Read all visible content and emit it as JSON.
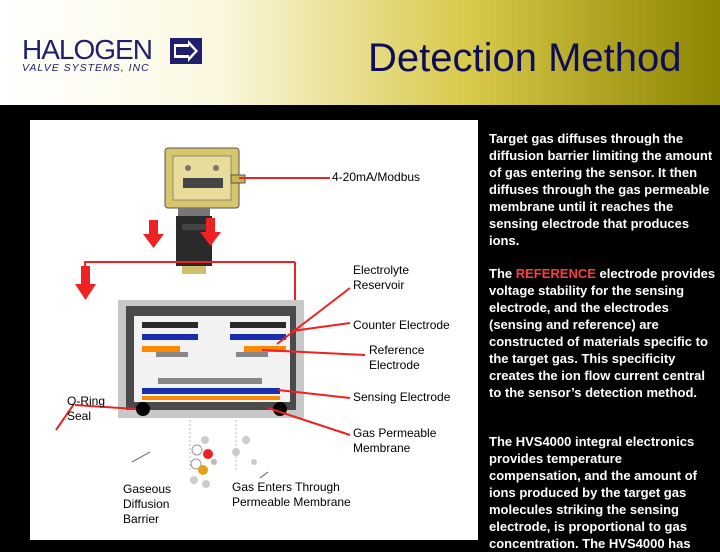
{
  "header": {
    "logo_main": "HALOGEN",
    "logo_sub": "VALVE SYSTEMS, INC",
    "title": "Detection Method"
  },
  "diagram": {
    "labels": {
      "output": "4-20mA/Modbus",
      "electrolyte": "Electrolyte\nReservoir",
      "counter": "Counter Electrode",
      "reference": "Reference\nElectrode",
      "sensing": "Sensing Electrode",
      "oring": "O-Ring\nSeal",
      "membrane": "Gas Permeable\nMembrane",
      "barrier": "Gaseous\nDiffusion\nBarrier",
      "gas_enters": "Gas Enters Through\nPermeable Membrane"
    }
  },
  "text": {
    "para1": "Target gas diffuses through the diffusion barrier limiting the amount of gas entering the sensor. It then diffuses through the gas permeable membrane until it reaches the sensing electrode that produces ions.",
    "para2_prefix": "The ",
    "para2_ref": "REFERENCE",
    "para2_rest": " electrode provides voltage stability for the sensing electrode, and the electrodes (sensing and reference) are constructed of materials specific to the target gas. This specificity creates the ion flow current central to the sensor’s detection method.",
    "para3": "The HVS4000 integral electronics provides temperature compensation, and the amount of ions produced by the target gas molecules striking the sensing electrode, is proportional to gas concentration. The HVS4000 has"
  },
  "colors": {
    "arrow": "#ee2222",
    "title": "#0d0d5a",
    "logo": "#1f1f6e",
    "electrode_orange": "#ff8800",
    "electrode_blue": "#1a2fb0"
  }
}
